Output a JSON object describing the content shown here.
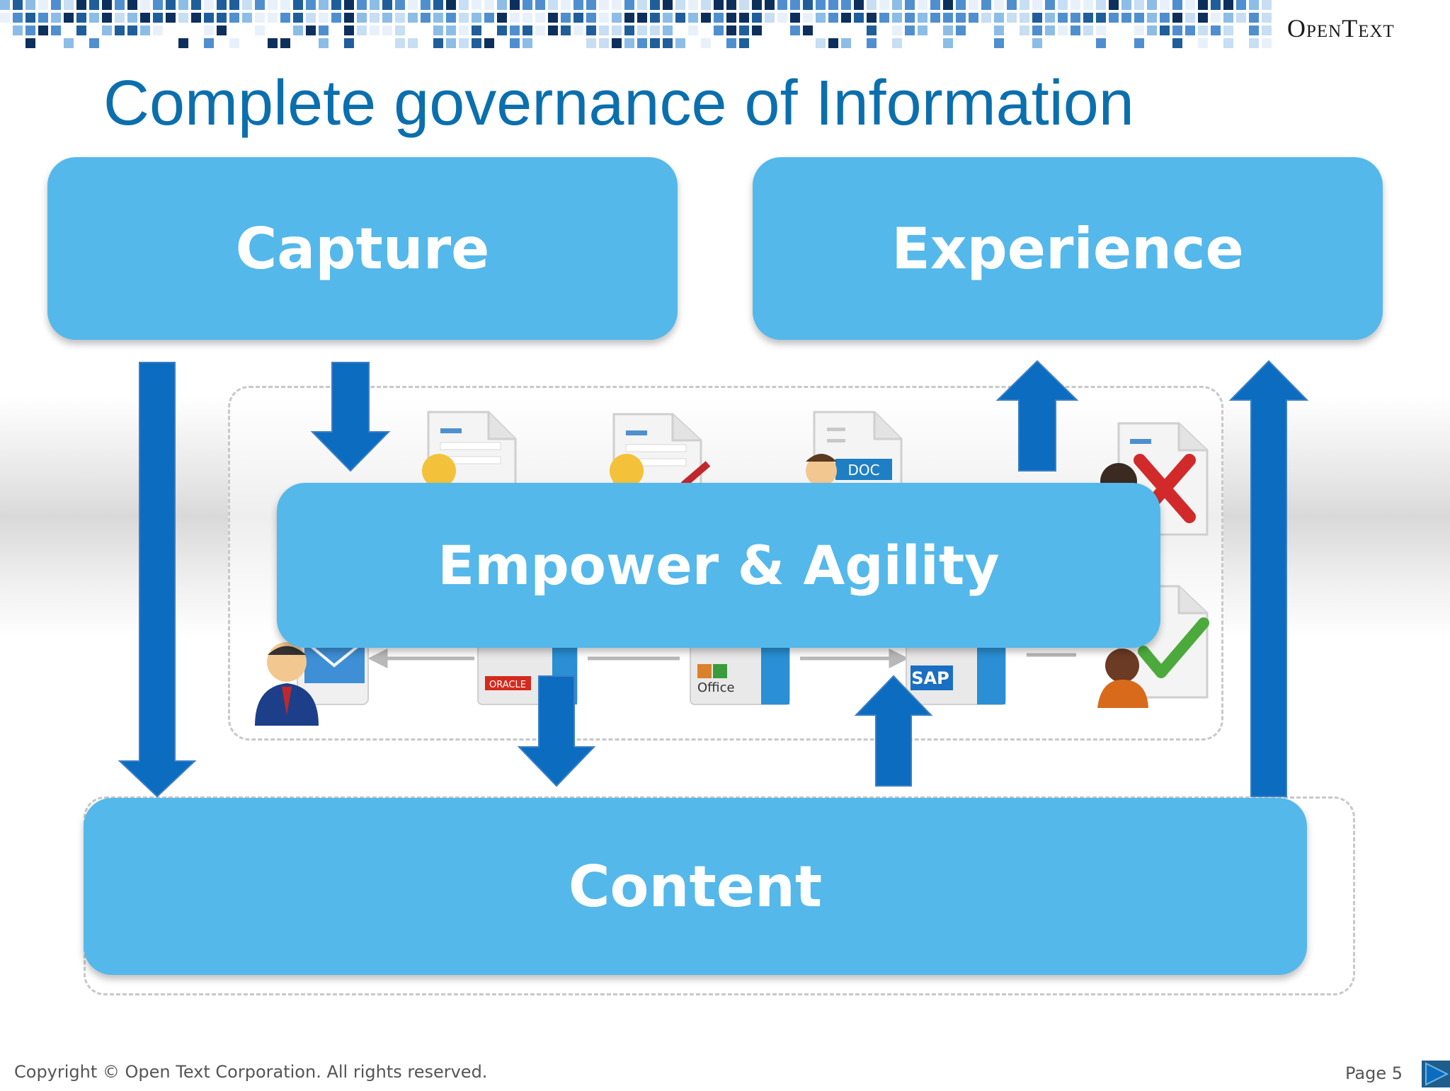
{
  "header": {
    "logo_text": "OpenText",
    "title": "Complete governance of Information"
  },
  "diagram": {
    "boxes": {
      "capture": "Capture",
      "experience": "Experience",
      "empower": "Empower & Agility",
      "content": "Content"
    },
    "system_labels": {
      "doc": "DOC",
      "oracle": "ORACLE",
      "office": "Office",
      "sap": "SAP"
    },
    "icons": [
      "person-email-icon",
      "person-document-icon",
      "document-pen-icon",
      "person-doc-icon",
      "person-reject-icon",
      "person-approve-icon",
      "server-icon"
    ],
    "colors": {
      "box": "#54b8ea",
      "arrow": "#0b6cc0",
      "title": "#0b6fae"
    }
  },
  "footer": {
    "copyright": "Copyright © Open Text Corporation. All rights reserved.",
    "page": "Page 5"
  }
}
